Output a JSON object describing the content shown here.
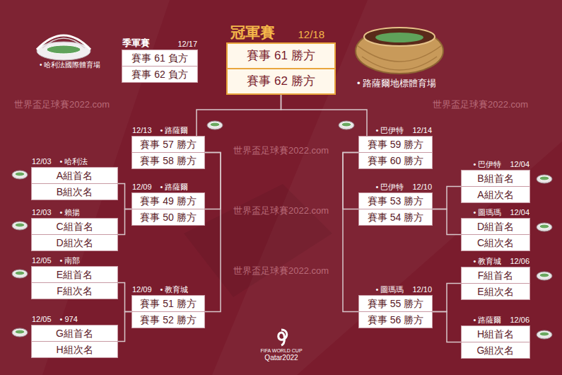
{
  "diagram": {
    "nodes": [
      {
        "text": [
          "季軍賽",
          "12/17"
        ]
      },
      {
        "text": [
          "賽事 61 負方"
        ],
        "in": 0
      },
      {
        "text": [
          "賽事 62 負方"
        ],
        "in": 0
      },
      {
        "text": [
          "冠軍賽",
          "12/18"
        ]
      },
      {
        "text": [
          "賽事 61 勝方"
        ],
        "in": 3
      },
      {
        "text": [
          "賽事 62 勝方"
        ],
        "in": 3
      },
      {
        "text": [
          "12/13",
          "• 路薩爾"
        ]
      },
      {
        "text": [
          "賽事 57 勝方"
        ],
        "in": 6
      },
      {
        "text": [
          "賽事 58 勝方"
        ],
        "in": 6
      },
      {
        "text": [
          "• 巴伊特",
          "12/14"
        ]
      },
      {
        "text": [
          "賽事 59 勝方"
        ],
        "in": 9
      },
      {
        "text": [
          "賽事 60 勝方"
        ],
        "in": 9
      },
      {
        "text": [
          "12/03",
          "• 哈利法"
        ]
      },
      {
        "text": [
          "A組首名"
        ],
        "in": 12
      },
      {
        "text": [
          "B組次名"
        ],
        "in": 12
      },
      {
        "text": [
          "• 巴伊特",
          "12/04"
        ]
      },
      {
        "text": [
          "B組首名"
        ],
        "in": 15
      },
      {
        "text": [
          "A組次名"
        ],
        "in": 15
      },
      {
        "text": [
          "12/09",
          "• 路薩爾"
        ]
      },
      {
        "text": [
          "賽事 49 勝方"
        ],
        "in": 18
      },
      {
        "text": [
          "賽事 50 勝方"
        ],
        "in": 18
      },
      {
        "text": [
          "• 巴伊特",
          "12/10"
        ]
      },
      {
        "text": [
          "賽事 53 勝方"
        ],
        "in": 21
      },
      {
        "text": [
          "賽事 54 勝方"
        ],
        "in": 21
      },
      {
        "text": [
          "12/03",
          "• 賴揚"
        ]
      },
      {
        "text": [
          "C組首名"
        ],
        "in": 24
      },
      {
        "text": [
          "D組次名"
        ],
        "in": 24
      },
      {
        "text": [
          "• 圖瑪瑪",
          "12/04"
        ]
      },
      {
        "text": [
          "D組首名"
        ],
        "in": 27
      },
      {
        "text": [
          "C組次名"
        ],
        "in": 27
      },
      {
        "text": [
          "12/05",
          "• 南部"
        ]
      },
      {
        "text": [
          "E組首名"
        ],
        "in": 30
      },
      {
        "text": [
          "F組次名"
        ],
        "in": 30
      },
      {
        "text": [
          "• 教育城",
          "12/06"
        ]
      },
      {
        "text": [
          "F組首名"
        ],
        "in": 33
      },
      {
        "text": [
          "E組次名"
        ],
        "in": 33
      },
      {
        "text": [
          "12/09",
          "• 教育城"
        ]
      },
      {
        "text": [
          "賽事 51 勝方"
        ],
        "in": 36
      },
      {
        "text": [
          "賽事 52 勝方"
        ],
        "in": 36
      },
      {
        "text": [
          "• 圖瑪瑪",
          "12/10"
        ]
      },
      {
        "text": [
          "賽事 55 勝方"
        ],
        "in": 39
      },
      {
        "text": [
          "賽事 56 勝方"
        ],
        "in": 39
      },
      {
        "text": [
          "12/05",
          "• 974"
        ]
      },
      {
        "text": [
          "G組首名"
        ],
        "in": 42
      },
      {
        "text": [
          "H組次名"
        ],
        "in": 42
      },
      {
        "text": [
          "• 路薩爾",
          "12/06"
        ]
      },
      {
        "text": [
          "H組首名"
        ],
        "in": 45
      },
      {
        "text": [
          "G組次名"
        ],
        "in": 45
      }
    ],
    "edges": [
      {
        "from": 12,
        "to": 18,
        "arrow": "none"
      },
      {
        "from": 24,
        "to": 18,
        "arrow": "none"
      },
      {
        "from": 30,
        "to": 36,
        "arrow": "none"
      },
      {
        "from": 42,
        "to": 36,
        "arrow": "none"
      },
      {
        "from": 18,
        "to": 6,
        "arrow": "none"
      },
      {
        "from": 36,
        "to": 6,
        "arrow": "none"
      },
      {
        "from": 6,
        "to": 3,
        "arrow": "none"
      },
      {
        "from": 15,
        "to": 21,
        "arrow": "none"
      },
      {
        "from": 27,
        "to": 21,
        "arrow": "none"
      },
      {
        "from": 33,
        "to": 39,
        "arrow": "none"
      },
      {
        "from": 45,
        "to": 39,
        "arrow": "none"
      },
      {
        "from": 21,
        "to": 9,
        "arrow": "none"
      },
      {
        "from": 39,
        "to": 9,
        "arrow": "none"
      },
      {
        "from": 9,
        "to": 3,
        "arrow": "none"
      }
    ],
    "labels": [
      "• 哈利法國際體育場",
      "• 路薩爾地標體育場",
      "世界盃足球賽2022.com",
      "世界盃足球賽2022.com",
      "世界盃足球賽2022.com",
      "世界盃足球賽2022.com",
      "世界盃足球賽2022.com",
      "FIFA WORLD CUP",
      "Qatar2022"
    ]
  }
}
